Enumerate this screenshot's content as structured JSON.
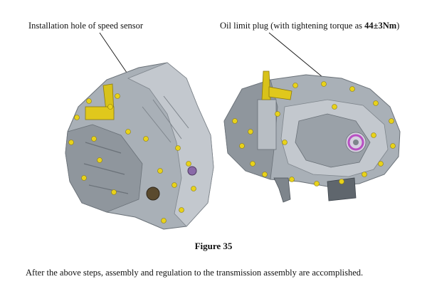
{
  "labels": {
    "speed_sensor": "Installation hole of speed sensor",
    "oil_plug_prefix": "Oil limit plug (with tightening torque as ",
    "oil_plug_torque": "44±3Nm",
    "oil_plug_suffix": ")"
  },
  "caption": "Figure 35",
  "body_text": "After the above steps, assembly and regulation to the transmission assembly are accomplished.",
  "colors": {
    "casting": "#a9b0b7",
    "casting_dark": "#7e858c",
    "casting_light": "#cfd4d9",
    "bolt": "#e8d21a",
    "plug_ring": "#b84fc2"
  }
}
